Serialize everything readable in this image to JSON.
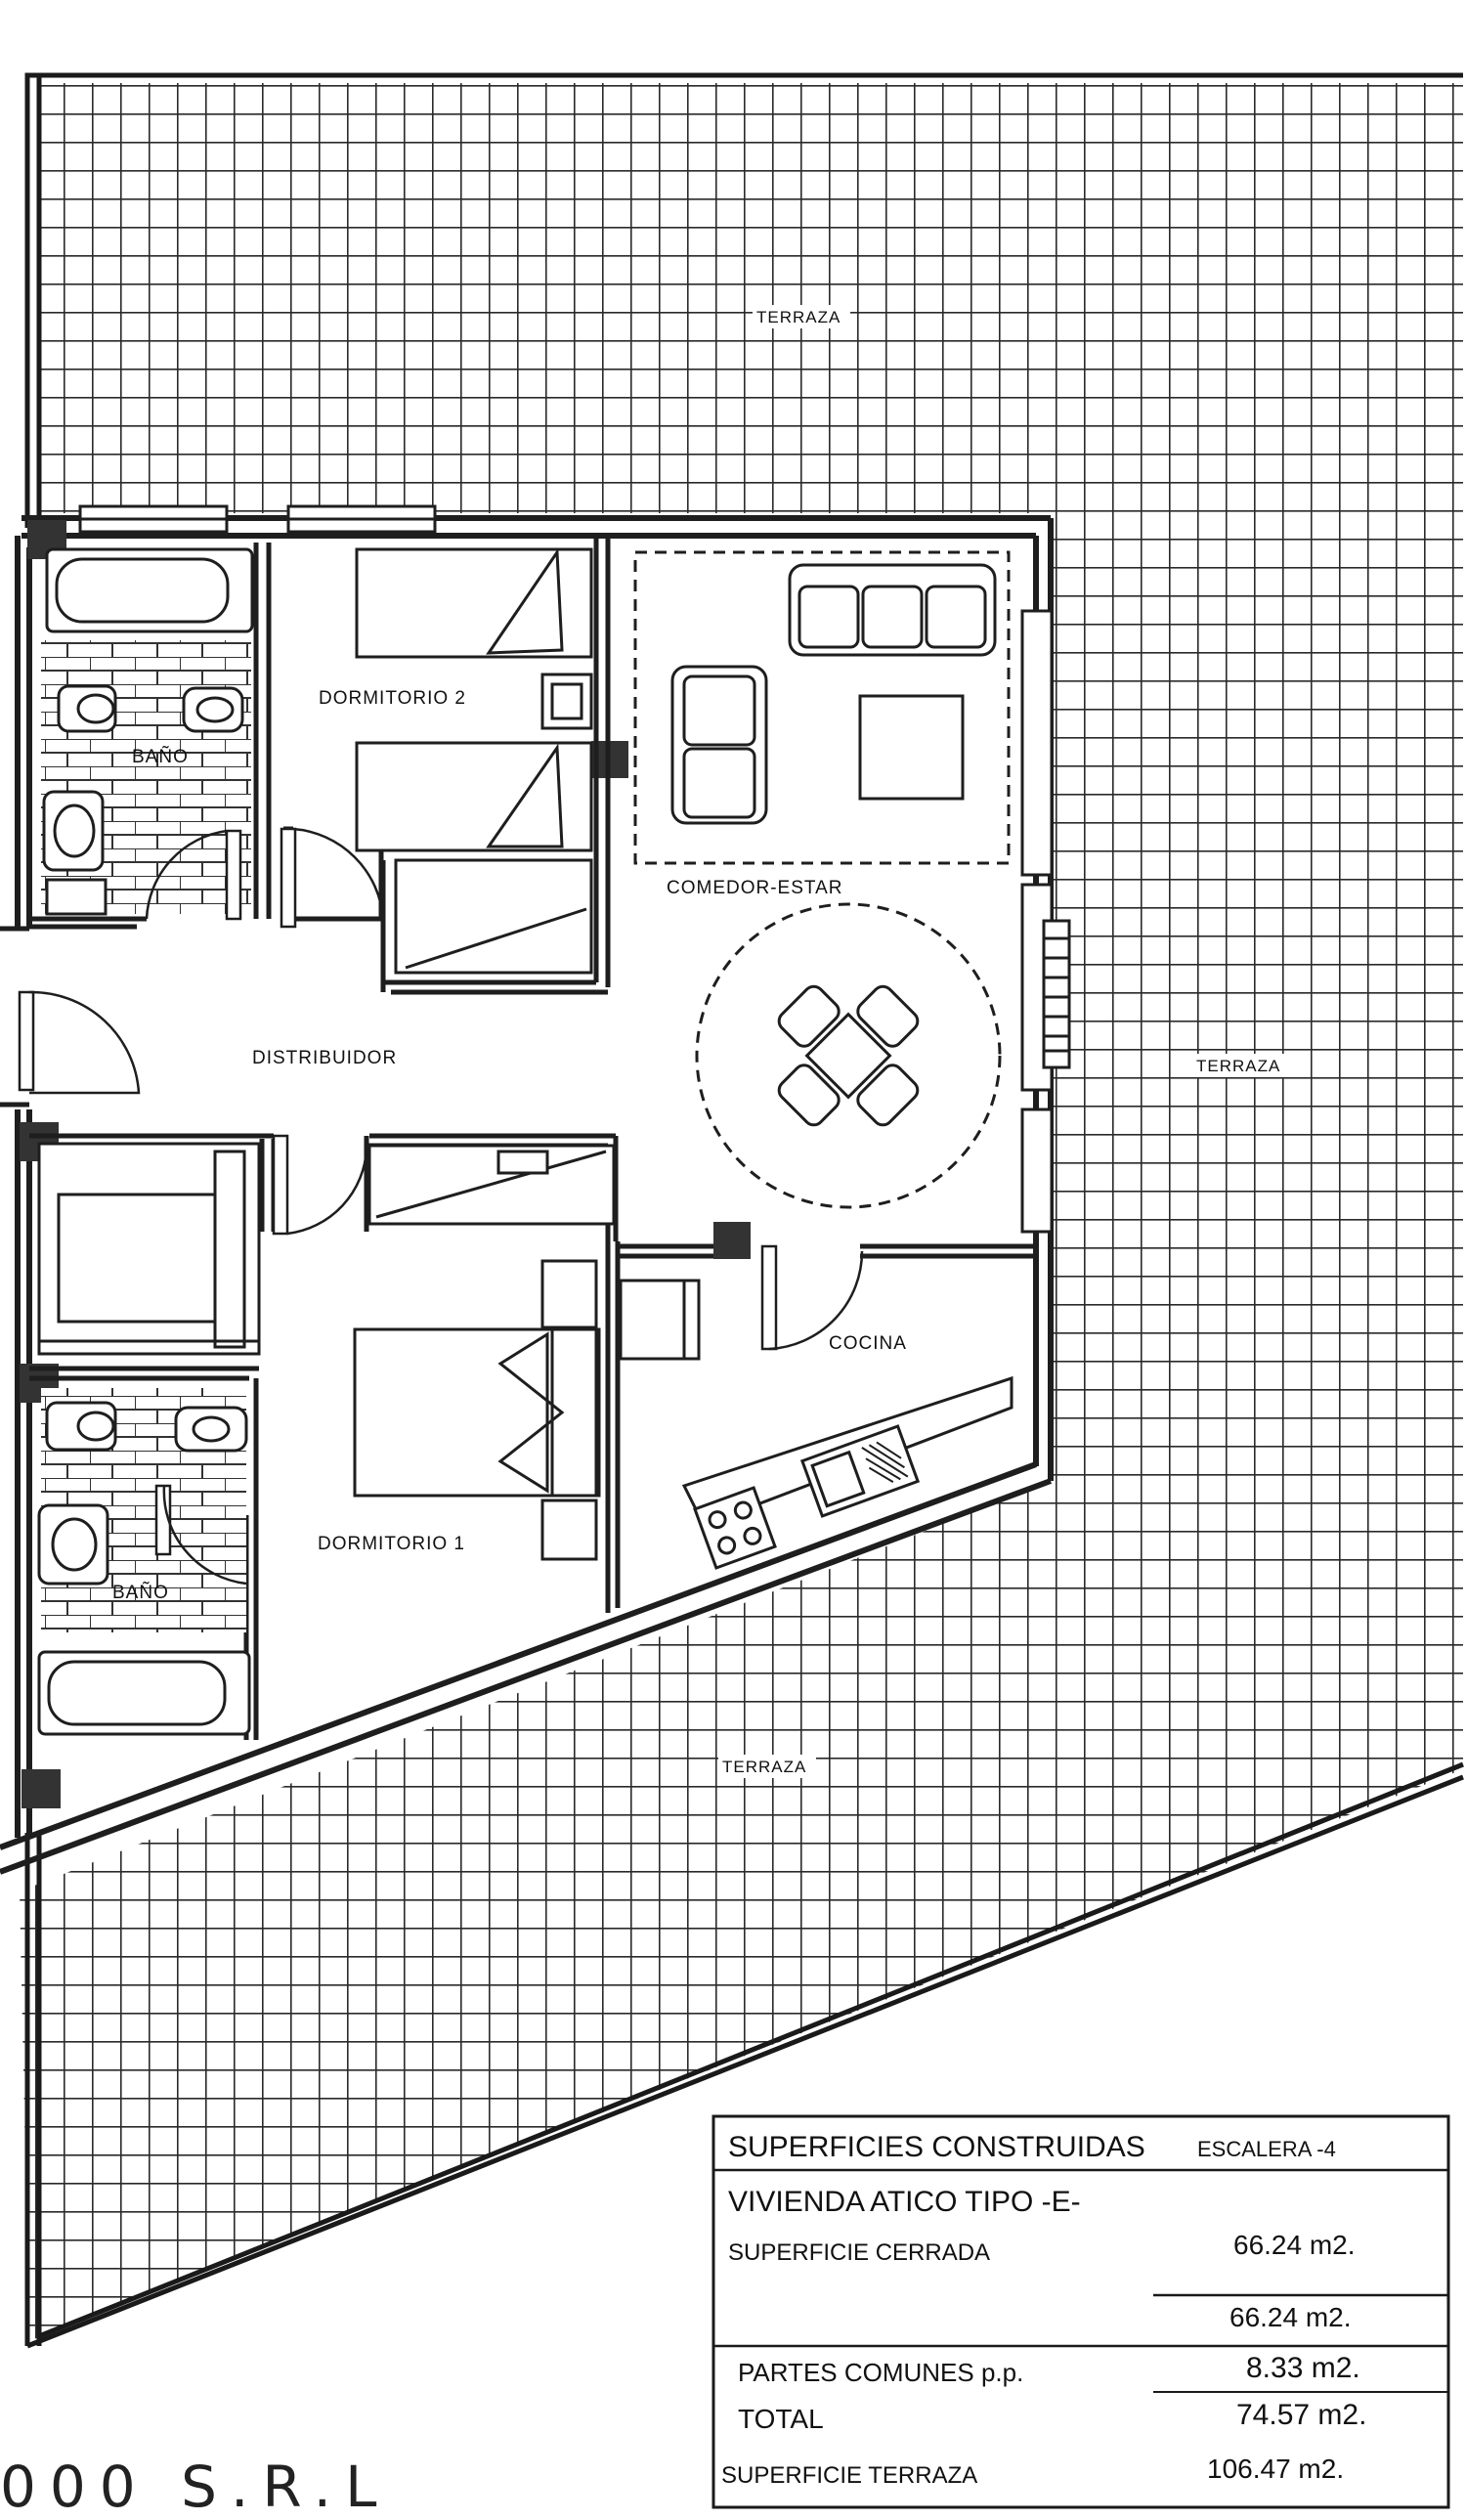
{
  "rooms": {
    "terraza_top": "TERRAZA",
    "terraza_right": "TERRAZA",
    "terraza_bottom": "TERRAZA",
    "dormitorio_2": "DORMITORIO 2",
    "dormitorio_1": "DORMITORIO 1",
    "bano_upper": "BAÑO",
    "bano_lower": "BAÑO",
    "comedor_estar": "COMEDOR-ESTAR",
    "distribuidor": "DISTRIBUIDOR",
    "cocina": "COCINA"
  },
  "table": {
    "header_main": "SUPERFICIES CONSTRUIDAS",
    "header_sub": "ESCALERA -4",
    "vivienda": "VIVIENDA ATICO TIPO -E-",
    "sup_cerrada_label": "SUPERFICIE CERRADA",
    "sup_cerrada_value": "66.24 m2.",
    "subtotal_value": "66.24 m2.",
    "partes_comunes_label": "PARTES COMUNES p.p.",
    "partes_comunes_value": "8.33 m2.",
    "total_label": "TOTAL",
    "total_value": "74.57 m2.",
    "sup_terraza_label": "SUPERFICIE TERRAZA",
    "sup_terraza_value": "106.47 m2."
  },
  "footer": {
    "text": "000 S.R.L"
  },
  "colors": {
    "line": "#1a1a1a",
    "grid": "#2a2a2a",
    "wall": "#1e1e1e",
    "paper": "#ffffff"
  }
}
